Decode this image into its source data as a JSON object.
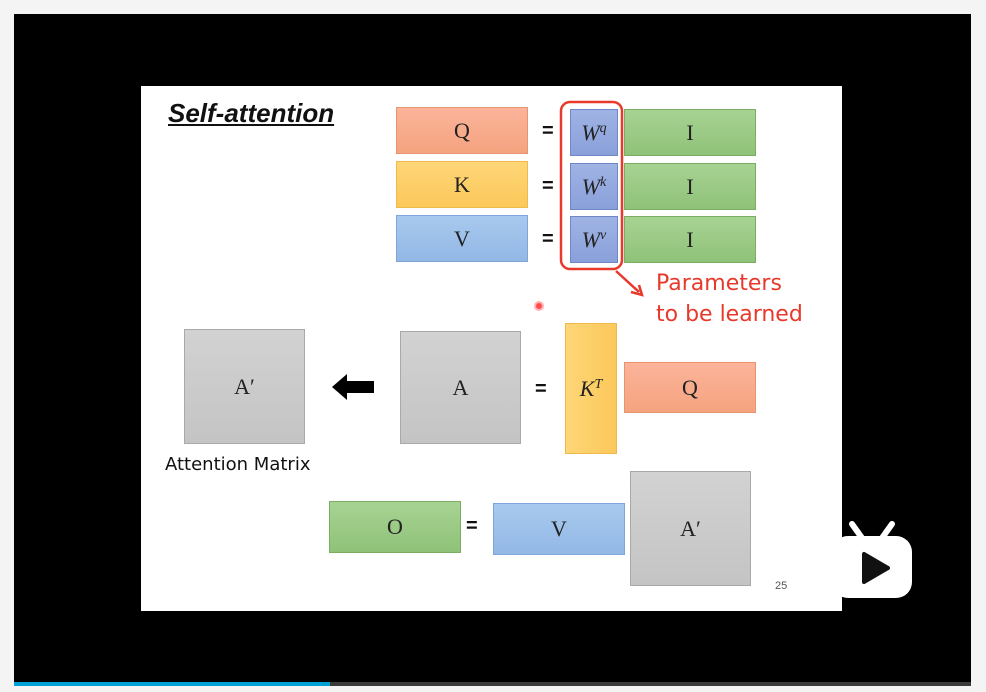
{
  "slide": {
    "title": "Self-attention",
    "page_number": "25",
    "annotation": {
      "line1": "Parameters",
      "line2": "to be learned",
      "color": "#e8392b"
    },
    "caption": "Attention Matrix",
    "equations": {
      "q": {
        "lhs": "Q",
        "weight": "W",
        "weight_sup": "q",
        "rhs": "I",
        "eq": "="
      },
      "k": {
        "lhs": "K",
        "weight": "W",
        "weight_sup": "k",
        "rhs": "I",
        "eq": "="
      },
      "v": {
        "lhs": "V",
        "weight": "W",
        "weight_sup": "v",
        "rhs": "I",
        "eq": "="
      },
      "attention": {
        "result": "A′",
        "lhs": "A",
        "kt": "K",
        "kt_sup": "T",
        "rhs": "Q",
        "eq": "="
      },
      "output": {
        "lhs": "O",
        "v": "V",
        "a_prime": "A′",
        "eq": "="
      }
    }
  },
  "player": {
    "progress_percent": 33,
    "accent_color": "#00a1d6",
    "logo_icon": "bilibili-tv-icon"
  }
}
